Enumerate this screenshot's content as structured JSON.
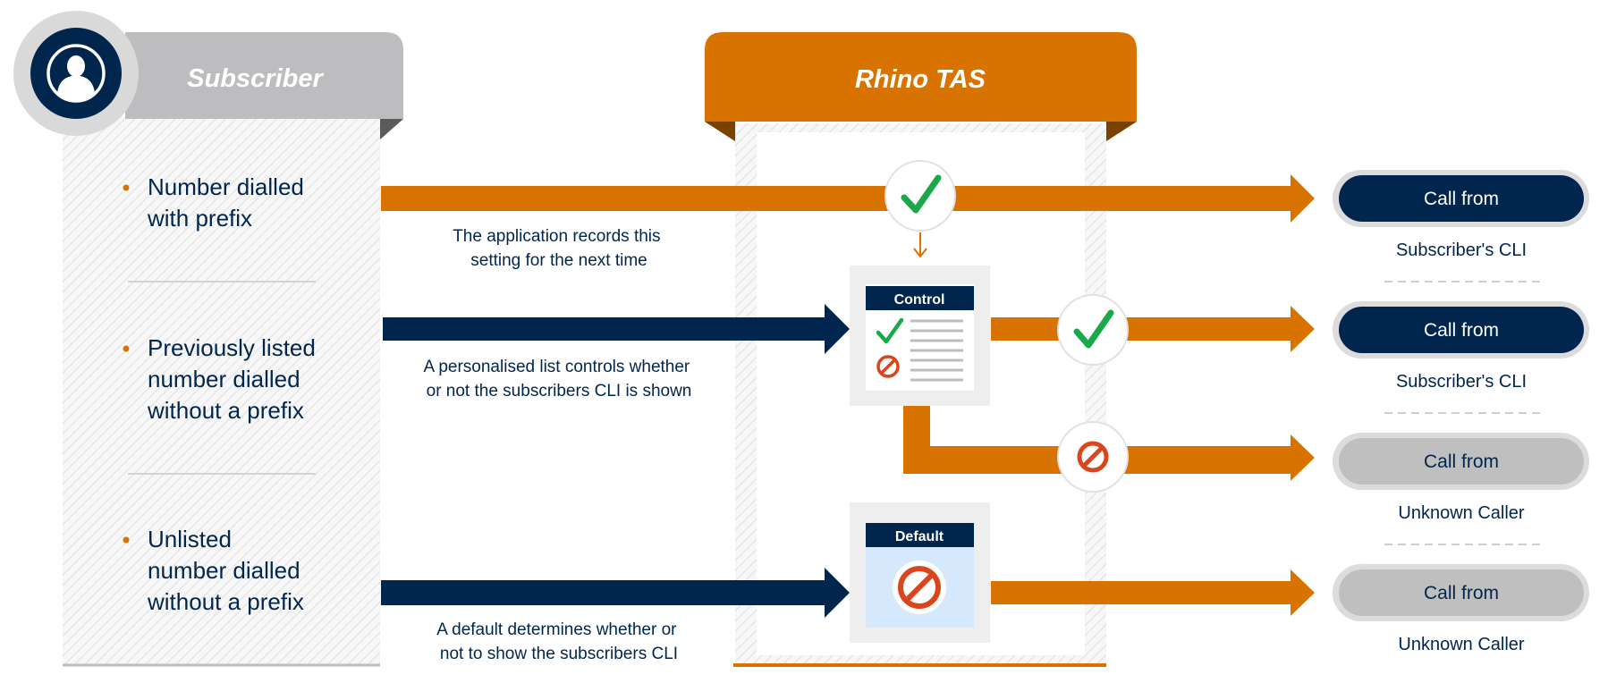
{
  "subscriber": {
    "title": "Subscriber",
    "scenarios": [
      [
        "Number dialled",
        "with prefix"
      ],
      [
        "Previously listed",
        "number dialled",
        "without a prefix"
      ],
      [
        "Unlisted",
        "number dialled",
        "without a prefix"
      ]
    ]
  },
  "tas": {
    "title": "Rhino TAS",
    "control_label": "Control",
    "default_label": "Default"
  },
  "notes": [
    [
      "The application records this",
      "setting for the next time"
    ],
    [
      "A personalised list controls whether",
      "or not the subscribers CLI is shown"
    ],
    [
      "A default determines whether or",
      "not to show the subscribers CLI"
    ]
  ],
  "outcomes": [
    {
      "button": "Call from",
      "caption": "Subscriber's CLI",
      "style": "shown"
    },
    {
      "button": "Call from",
      "caption": "Subscriber's CLI",
      "style": "shown"
    },
    {
      "button": "Call from",
      "caption": "Unknown Caller",
      "style": "hidden"
    },
    {
      "button": "Call from",
      "caption": "Unknown Caller",
      "style": "hidden"
    }
  ],
  "colors": {
    "orange": "#d97300",
    "orange_dark": "#7a4200",
    "navy": "#00264d",
    "grey_header": "#bdbdbf",
    "grey_button": "#bfbfbf",
    "green_check": "#1aa84a",
    "red_forbid": "#d9461e",
    "default_fill": "#d6e8fb"
  },
  "icons": {
    "avatar": "user-avatar-icon",
    "allow": "checkmark-icon",
    "deny": "prohibited-icon"
  }
}
